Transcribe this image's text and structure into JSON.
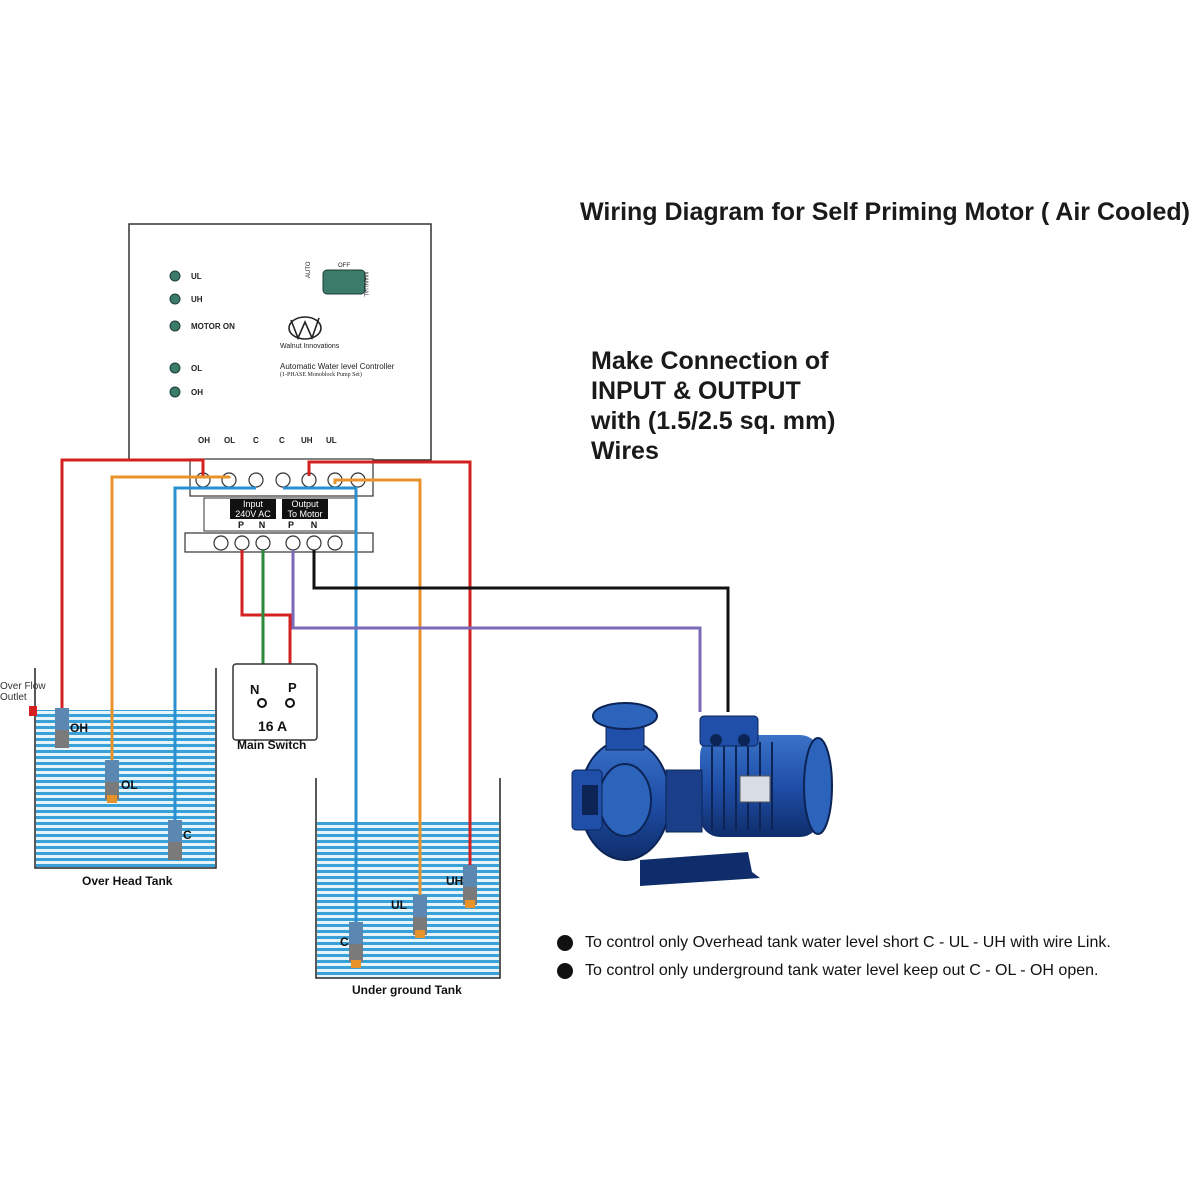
{
  "title": "Wiring Diagram for Self Priming Motor ( Air Cooled)",
  "instructions": [
    "Make Connection of",
    "INPUT & OUTPUT",
    "with (1.5/2.5 sq. mm)",
    "Wires"
  ],
  "controller": {
    "indicators": [
      "UL",
      "UH",
      "MOTOR ON",
      "OL",
      "OH"
    ],
    "switch_labels": {
      "off": "OFF",
      "auto": "AUTO",
      "manual": "MANUAL"
    },
    "brand": "Walnut Innovations",
    "product": "Automatic Water level Controller",
    "product_sub": "(1-PHASE Monoblock Pump Set)",
    "terminals": [
      "OH",
      "OL",
      "C",
      "C",
      "UH",
      "UL"
    ],
    "input_label": [
      "Input",
      "240V AC"
    ],
    "output_label": [
      "Output",
      "To Motor"
    ],
    "pn_labels": [
      "P",
      "N",
      "P",
      "N"
    ]
  },
  "main_switch": {
    "n": "N",
    "p": "P",
    "rating": "16 A",
    "label": "Main Switch"
  },
  "overflow_label": [
    "Over Flow",
    "Outlet"
  ],
  "overhead_tank": {
    "label": "Over Head Tank",
    "sensors": [
      "OH",
      "OL",
      "C"
    ]
  },
  "underground_tank": {
    "label": "Under ground Tank",
    "sensors": [
      "C",
      "UL",
      "UH"
    ]
  },
  "notes": [
    "To control only Overhead tank water level short  C - UL - UH with wire Link.",
    "To control only underground tank water level keep out  C - OL - OH open."
  ],
  "colors": {
    "red": "#d42020",
    "orange": "#e8932a",
    "blue": "#2a8fd0",
    "green": "#2a8a3a",
    "purple": "#7a6ab8",
    "black": "#111111",
    "water": "#3aa0d8",
    "pump": "#1f4fa8"
  }
}
